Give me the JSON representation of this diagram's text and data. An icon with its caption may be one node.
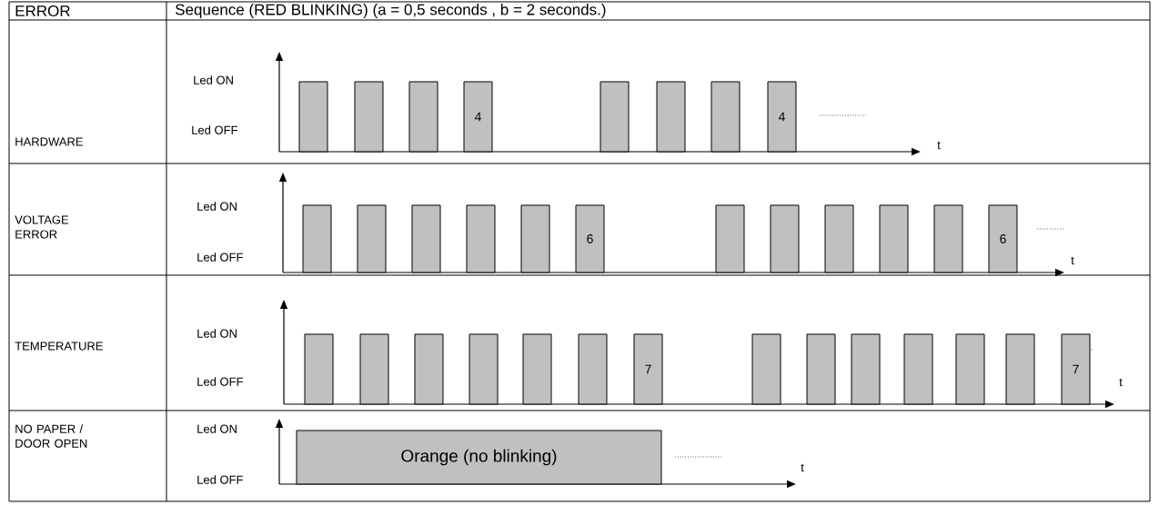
{
  "diagram": {
    "nodes": [
      {
        "text": [
          "4"
        ]
      },
      {
        "text": [
          "4"
        ]
      },
      {
        "text": [
          "6"
        ]
      },
      {
        "text": [
          "6"
        ]
      },
      {
        "text": [
          "7"
        ]
      },
      {
        "text": [
          "7"
        ]
      },
      {
        "text": [
          "Orange (no blinking)"
        ]
      }
    ],
    "labels": [
      "ERROR",
      "Sequence (RED BLINKING) (a = 0,5 seconds , b = 2 seconds.)",
      "HARDWARE",
      "Led ON",
      "Led OFF",
      "t",
      "VOLTAGE ERROR",
      "Led ON",
      "Led OFF",
      "t",
      "TEMPERATURE",
      "Led ON",
      "Led OFF",
      "t",
      "NO PAPER / DOOR OPEN",
      "Led ON",
      "Led OFF",
      "t"
    ]
  }
}
